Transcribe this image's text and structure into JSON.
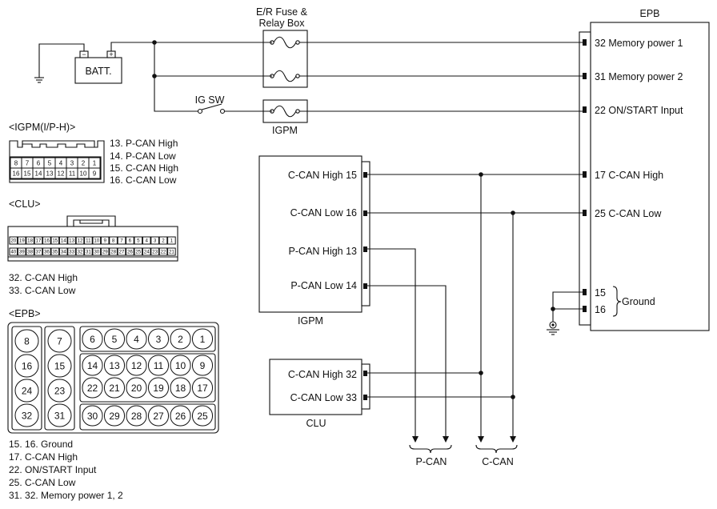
{
  "title": "EPB",
  "fuse_box": {
    "line1": "E/R Fuse &",
    "line2": "Relay Box"
  },
  "battery": {
    "label": "BATT.",
    "neg": "−",
    "pos": "+"
  },
  "ig_switch": "IG SW",
  "igpm_fuse_label": "IGPM",
  "epb": {
    "label": "EPB",
    "pins": [
      {
        "num": "32",
        "name": "32 Memory power 1"
      },
      {
        "num": "31",
        "name": "31 Memory power 2"
      },
      {
        "num": "22",
        "name": "22 ON/START Input"
      },
      {
        "num": "17",
        "name": "17 C-CAN High"
      },
      {
        "num": "25",
        "name": "25 C-CAN Low"
      },
      {
        "num": "15",
        "name": "15"
      },
      {
        "num": "16",
        "name": "16"
      }
    ],
    "ground": "Ground"
  },
  "igpm": {
    "label": "IGPM",
    "pins": [
      "C-CAN High 15",
      "C-CAN Low 16",
      "P-CAN High 13",
      "P-CAN Low 14"
    ]
  },
  "clu": {
    "label": "CLU",
    "pins": [
      "C-CAN High 32",
      "C-CAN Low 33"
    ]
  },
  "buses": {
    "pcan": "P-CAN",
    "ccan": "C-CAN"
  },
  "legend_igpm": {
    "title": "<IGPM(I/P-H)>",
    "row1": [
      "8",
      "7",
      "6",
      "5",
      "4",
      "3",
      "2",
      "1"
    ],
    "row2": [
      "16",
      "15",
      "14",
      "13",
      "12",
      "11",
      "10",
      "9"
    ],
    "items": [
      "13. P-CAN High",
      "14. P-CAN Low",
      "15. C-CAN High",
      "16. C-CAN Low"
    ]
  },
  "legend_clu": {
    "title": "<CLU>",
    "row1": [
      "20",
      "19",
      "18",
      "17",
      "16",
      "15",
      "14",
      "13",
      "12",
      "11",
      "10",
      "9",
      "8",
      "7",
      "6",
      "5",
      "4",
      "3",
      "2",
      "1"
    ],
    "row2": [
      "40",
      "39",
      "38",
      "37",
      "36",
      "35",
      "34",
      "33",
      "32",
      "31",
      "30",
      "29",
      "28",
      "27",
      "26",
      "25",
      "24",
      "23",
      "22",
      "21"
    ],
    "items": [
      "32. C-CAN High",
      "33. C-CAN Low"
    ]
  },
  "legend_epb": {
    "title": "<EPB>",
    "left_col1": [
      "8",
      "16",
      "24",
      "32"
    ],
    "left_col2": [
      "7",
      "15",
      "23",
      "31"
    ],
    "grid_rows": [
      [
        "6",
        "5",
        "4",
        "3",
        "2",
        "1"
      ],
      [
        "14",
        "13",
        "12",
        "11",
        "10",
        "9"
      ],
      [
        "22",
        "21",
        "20",
        "19",
        "18",
        "17"
      ],
      [
        "30",
        "29",
        "28",
        "27",
        "26",
        "25"
      ]
    ],
    "items": [
      "15. 16. Ground",
      "17. C-CAN High",
      "22. ON/START Input",
      "25. C-CAN Low",
      "31. 32. Memory power 1, 2"
    ]
  }
}
